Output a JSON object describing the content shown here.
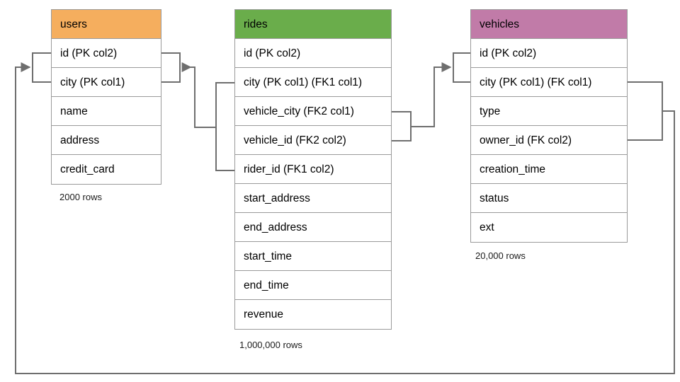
{
  "diagram": {
    "title": "database-schema-er-diagram",
    "background": "#ffffff",
    "line_color": "#6e6e6e",
    "border_color": "#9a9a9a"
  },
  "tables": [
    {
      "name": "users",
      "header_color": "#f5ae5e",
      "row_count_label": "2000 rows",
      "fields": [
        "id (PK col2)",
        "city (PK col1)",
        "name",
        "address",
        "credit_card"
      ]
    },
    {
      "name": "rides",
      "header_color": "#6aad4b",
      "row_count_label": "1,000,000 rows",
      "fields": [
        "id (PK col2)",
        "city (PK col1) (FK1 col1)",
        "vehicle_city (FK2 col1)",
        "vehicle_id (FK2 col2)",
        "rider_id (FK1 col2)",
        "start_address",
        "end_address",
        "start_time",
        "end_time",
        "revenue"
      ]
    },
    {
      "name": "vehicles",
      "header_color": "#c17ba8",
      "row_count_label": "20,000 rows",
      "fields": [
        "id (PK col2)",
        "city (PK col1) (FK col1)",
        "type",
        "owner_id (FK col2)",
        "creation_time",
        "status",
        "ext"
      ]
    }
  ],
  "relationships": [
    {
      "name": "rides-fk1-to-users",
      "from_table": "rides",
      "from_fields": [
        "city (PK col1) (FK1 col1)",
        "rider_id (FK1 col2)"
      ],
      "to_table": "users",
      "to_fields": [
        "id (PK col2)",
        "city (PK col1)"
      ]
    },
    {
      "name": "rides-fk2-to-vehicles",
      "from_table": "rides",
      "from_fields": [
        "vehicle_city (FK2 col1)",
        "vehicle_id (FK2 col2)"
      ],
      "to_table": "vehicles",
      "to_fields": [
        "id (PK col2)",
        "city (PK col1) (FK col1)"
      ]
    },
    {
      "name": "vehicles-fk-to-users",
      "from_table": "vehicles",
      "from_fields": [
        "city (PK col1) (FK col1)",
        "owner_id (FK col2)"
      ],
      "to_table": "users",
      "to_fields": [
        "id (PK col2)",
        "city (PK col1)"
      ]
    }
  ]
}
